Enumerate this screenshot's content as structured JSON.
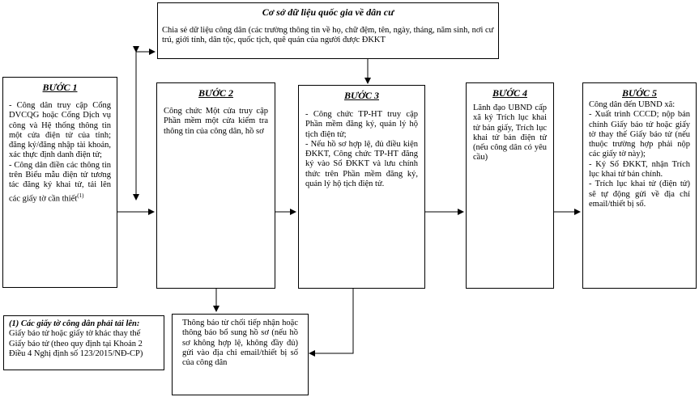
{
  "top_box": {
    "title": "Cơ sở dữ liệu quốc gia về dân cư",
    "body": "Chia sẻ dữ liệu công dân (các trường thông tin về họ, chữ đệm, tên, ngày, tháng, năm sinh, nơi cư trú, giới tính, dân tộc, quốc tịch, quê quán của người được ĐKKT"
  },
  "step1": {
    "title": "BƯỚC 1",
    "lines": [
      "- Công dân truy cập Cổng DVCQG hoặc Cổng Dịch vụ công và Hệ thống thông tin một cửa điện tử của tỉnh; đăng ký/đăng nhập tài khoản, xác thực định danh điện tử;",
      "- Công dân điền các thông tin trên Biểu mẫu điện tử tương tác đăng ký khai tử, tải lên các giấy tờ cần thiết"
    ],
    "footnote_mark": "(1)"
  },
  "step2": {
    "title": "BƯỚC 2",
    "body": "Công chức Một cửa truy cập Phần mềm một cửa kiểm tra thông tin của công dân, hồ sơ"
  },
  "step3": {
    "title": "BƯỚC 3",
    "lines": [
      "- Công chức TP-HT truy cập Phần mềm đăng ký, quản lý hộ tịch điện tử;",
      "- Nếu hồ sơ hợp lệ, đủ điều kiện ĐKKT, Công chức TP-HT đăng ký vào Sổ ĐKKT và lưu chính thức trên Phần mềm đăng ký, quản lý hộ tịch điện tử."
    ]
  },
  "step4": {
    "title": "BƯỚC 4",
    "body": "Lãnh đạo UBND cấp xã ký Trích lục khai tử bản giấy, Trích lục khai tử bản điện tử (nếu công dân có yêu cầu)"
  },
  "step5": {
    "title": "BƯỚC 5",
    "lines": [
      "Công dân đến UBND xã:",
      "- Xuất trình CCCD; nộp bản chính Giấy báo tử hoặc giấy tờ thay thế Giấy báo tử (nếu thuộc trường hợp phải nộp các giấy tờ này);",
      "- Ký Sổ ĐKKT, nhận Trích lục khai tử bản chính.",
      "- Trích lục khai tử (điện tử) sẽ tự động gửi về địa chỉ email/thiết bị số."
    ]
  },
  "note": {
    "title": "(1) Các giấy tờ công dân phải tải lên:",
    "body": "Giấy báo tử hoặc giấy tờ khác thay thế Giấy báo tử (theo quy định tại Khoản 2 Điều 4 Nghị định số 123/2015/NĐ-CP)"
  },
  "reject_box": {
    "body": "Thông báo từ chối tiếp nhận hoặc thông báo bổ sung hồ sơ (nếu hồ sơ không hợp lệ, không đầy đủ) gửi vào địa chỉ email/thiết bị số của công dân"
  }
}
